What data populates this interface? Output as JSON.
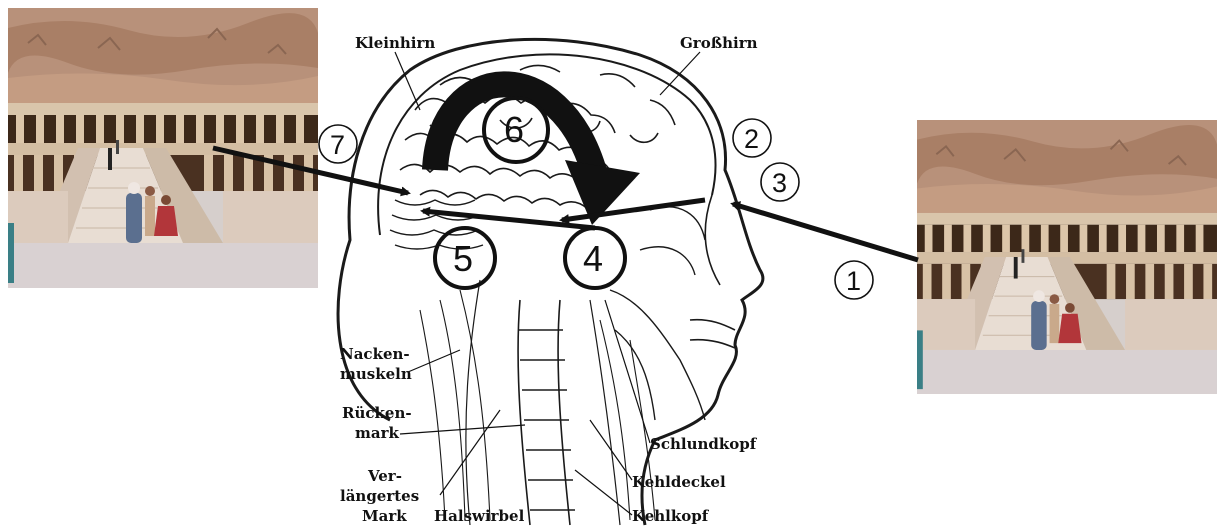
{
  "photos": {
    "left": "temple photograph",
    "right": "temple photograph"
  },
  "anatomy_labels": {
    "kleinhirn": "Kleinhirn",
    "grosshirn": "Großhirn",
    "nacken_1": "Nacken-",
    "nacken_2": "muskeln",
    "ruecken_1": "Rücken-",
    "ruecken_2": "mark",
    "ver_1": "Ver-",
    "ver_2": "längertes",
    "ver_3": "Mark",
    "halswirbel": "Halswirbel",
    "schlundkopf": "Schlundkopf",
    "kehldeckel": "Kehldeckel",
    "kehlkopf": "Kehlkopf"
  },
  "step_markers": {
    "s1": "1",
    "s2": "2",
    "s3": "3",
    "s4": "4",
    "s5": "5",
    "s6": "6",
    "s7": "7"
  },
  "colors": {
    "ink": "#111111",
    "sky": "#ffffff",
    "cliff": "#b58f73",
    "temple": "#d9c2a8",
    "shadow": "#3a2418",
    "ground": "#d8cfd1"
  }
}
